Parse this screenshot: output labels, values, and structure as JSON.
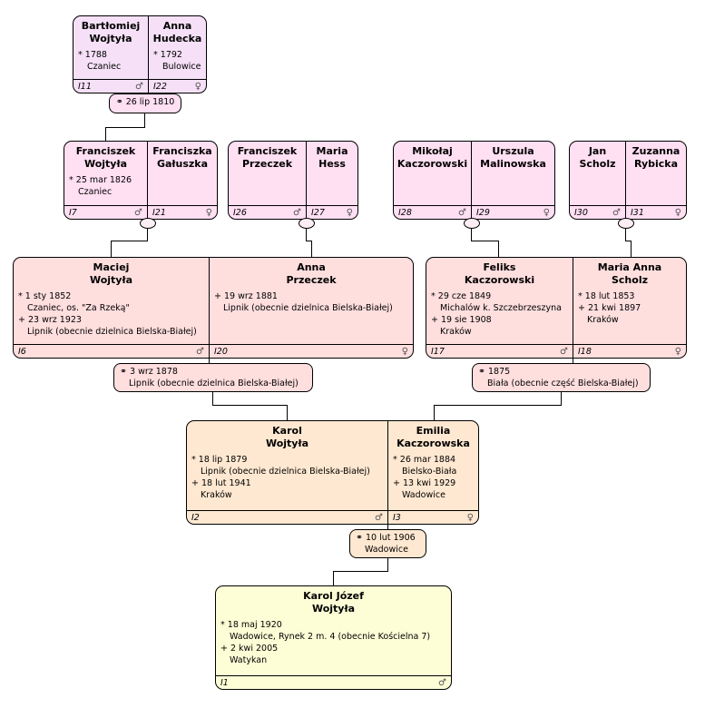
{
  "colors": {
    "gen1": "#f5e0f7",
    "gen2": "#ffdff2",
    "gen3": "#ffdede",
    "gen4": "#ffe8d1",
    "gen5": "#fdfed6",
    "marriage_node": "#fdeef6",
    "line": "#000000",
    "border": "#000000"
  },
  "people": [
    {
      "given": "Bartłomiej",
      "surname": "Wojtyła",
      "details": [
        "* 1788",
        "Czaniec"
      ],
      "code": "I11",
      "sex": "♂"
    },
    {
      "given": "Anna",
      "surname": "Hudecka",
      "details": [
        "* 1792",
        "Bulowice"
      ],
      "code": "I22",
      "sex": "♀"
    },
    {
      "given": "Franciszek",
      "surname": "Wojtyła",
      "details": [
        "* 25 mar 1826",
        "Czaniec"
      ],
      "code": "I7",
      "sex": "♂"
    },
    {
      "given": "Franciszka",
      "surname": "Gałuszka",
      "details": [],
      "code": "I21",
      "sex": "♀"
    },
    {
      "given": "Franciszek",
      "surname": "Przeczek",
      "details": [],
      "code": "I26",
      "sex": "♂"
    },
    {
      "given": "Maria",
      "surname": "Hess",
      "details": [],
      "code": "I27",
      "sex": "♀"
    },
    {
      "given": "Mikołaj",
      "surname": "Kaczorowski",
      "details": [],
      "code": "I28",
      "sex": "♂"
    },
    {
      "given": "Urszula",
      "surname": "Malinowska",
      "details": [],
      "code": "I29",
      "sex": "♀"
    },
    {
      "given": "Jan",
      "surname": "Scholz",
      "details": [],
      "code": "I30",
      "sex": "♂"
    },
    {
      "given": "Zuzanna",
      "surname": "Rybicka",
      "details": [],
      "code": "I31",
      "sex": "♀"
    },
    {
      "given": "Maciej",
      "surname": "Wojtyła",
      "details": [
        "* 1 sty 1852",
        "Czaniec, os. \"Za Rzeką\"",
        "+ 23 wrz 1923",
        "Lipnik (obecnie dzielnica Bielska-Białej)"
      ],
      "code": "I6",
      "sex": "♂"
    },
    {
      "given": "Anna",
      "surname": "Przeczek",
      "details": [
        "+ 19 wrz 1881",
        "Lipnik (obecnie dzielnica Bielska-Białej)"
      ],
      "code": "I20",
      "sex": "♀"
    },
    {
      "given": "Feliks",
      "surname": "Kaczorowski",
      "details": [
        "* 29 cze 1849",
        "Michalów k. Szczebrzeszyna",
        "+ 19 sie 1908",
        "Kraków"
      ],
      "code": "I17",
      "sex": "♂"
    },
    {
      "given": "Maria Anna",
      "surname": "Scholz",
      "details": [
        "* 18 lut 1853",
        "+ 21 kwi 1897",
        "Kraków"
      ],
      "code": "I18",
      "sex": "♀"
    },
    {
      "given": "Karol",
      "surname": "Wojtyła",
      "details": [
        "* 18 lip 1879",
        "Lipnik (obecnie dzielnica Bielska-Białej)",
        "+ 18 lut 1941",
        "Kraków"
      ],
      "code": "I2",
      "sex": "♂"
    },
    {
      "given": "Emilia",
      "surname": "Kaczorowska",
      "details": [
        "* 26 mar 1884",
        "Bielsko-Biała",
        "+ 13 kwi 1929",
        "Wadowice"
      ],
      "code": "I3",
      "sex": "♀"
    },
    {
      "given": "Karol Józef",
      "surname": "Wojtyła",
      "details": [
        "* 18 maj 1920",
        "Wadowice, Rynek 2 m. 4 (obecnie Kościelna 7)",
        "+ 2 kwi 2005",
        "Watykan"
      ],
      "code": "I1",
      "sex": "♂"
    }
  ],
  "marriages": [
    {
      "symbol": "⚭",
      "date": "26 lip 1810",
      "place": ""
    },
    {
      "symbol": "⚭",
      "date": "3 wrz 1878",
      "place": "Lipnik (obecnie dzielnica Bielska-Białej)"
    },
    {
      "symbol": "⚭",
      "date": "1875",
      "place": "Biała (obecnie część Bielska-Białej)"
    },
    {
      "symbol": "⚭",
      "date": "10 lut 1906",
      "place": "Wadowice"
    }
  ]
}
